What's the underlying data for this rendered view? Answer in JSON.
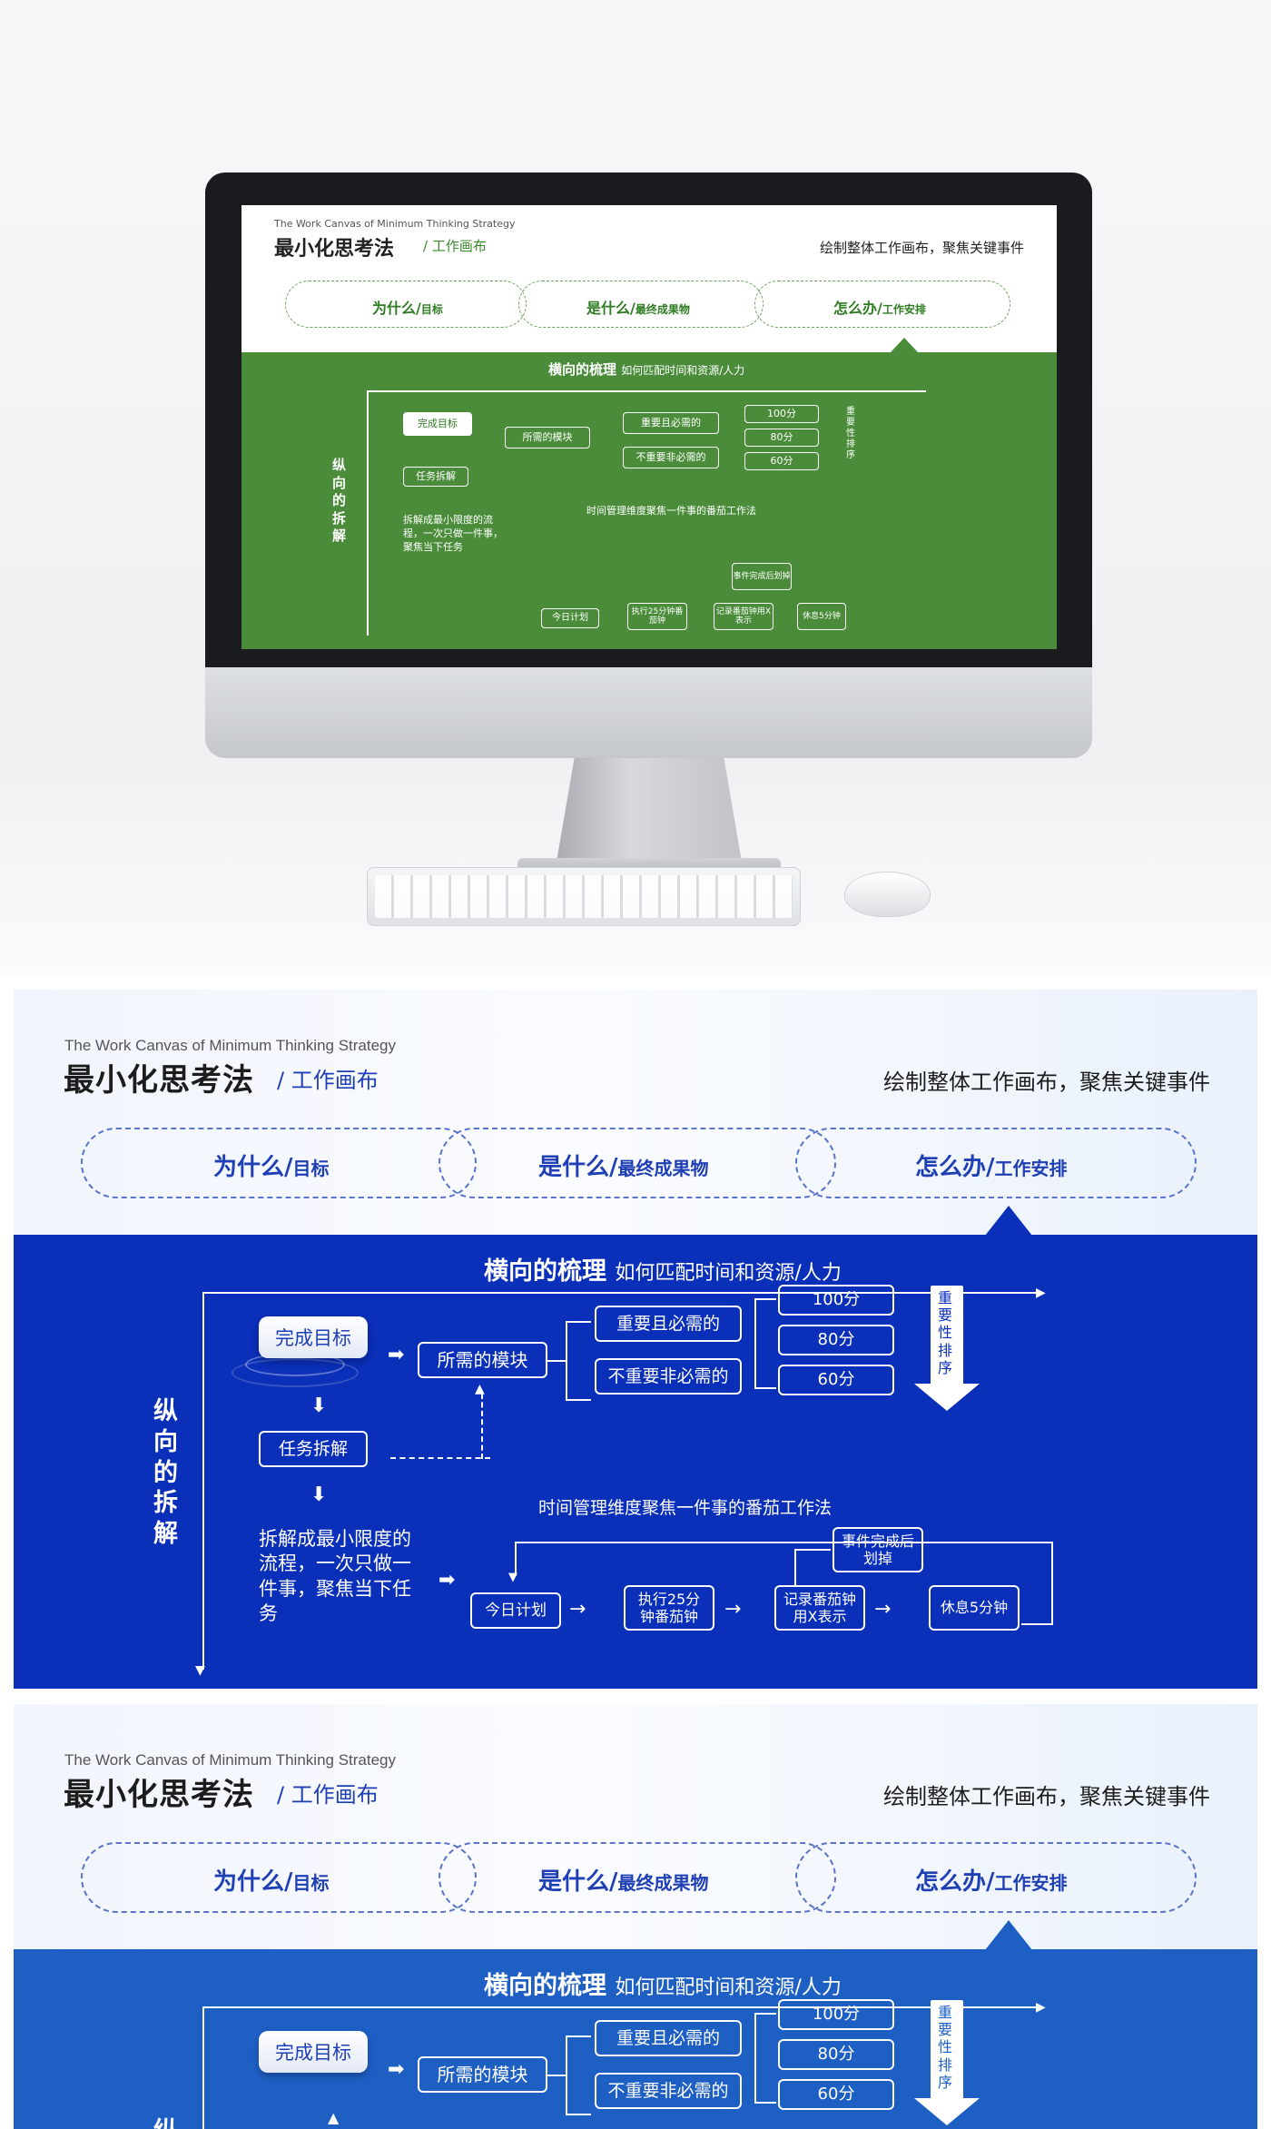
{
  "mini": {
    "subtitle": "The Work Canvas of  Minimum Thinking Strategy",
    "title": "最小化思考法",
    "title_sub": "/ 工作画布",
    "right": "绘制整体工作画布，聚焦关键事件",
    "pills": [
      {
        "main": "为什么/",
        "small": "目标"
      },
      {
        "main": "是什么/",
        "small": "最终成果物"
      },
      {
        "main": "怎么办/",
        "small": "工作安排"
      }
    ],
    "horizontal_bold": "横向的梳理",
    "horizontal_rest": "如何匹配时间和资源/人力",
    "vertical": "纵向的拆解",
    "goal": "完成目标",
    "modules": "所需的模块",
    "important": "重要且必需的",
    "unimportant": "不重要非必需的",
    "scores": [
      "100分",
      "80分",
      "60分"
    ],
    "priority": "重要性排序",
    "split": "任务拆解",
    "split_desc": "拆解成最小限度的流程，一次只做一件事，聚焦当下任务",
    "pomodoro_title": "时间管理维度聚焦一件事的番茄工作法",
    "today": "今日计划",
    "exec": "执行25分钟番茄钟",
    "record": "记录番茄钟用X表示",
    "done": "事件完成后划掉",
    "rest": "休息5分钟"
  },
  "slides": [
    {
      "subtitle": "The Work Canvas of  Minimum Thinking Strategy",
      "title": "最小化思考法",
      "title_sub": "/ 工作画布",
      "right": "绘制整体工作画布，聚焦关键事件",
      "pills": [
        {
          "main": "为什么/",
          "small": "目标"
        },
        {
          "main": "是什么/",
          "small": "最终成果物"
        },
        {
          "main": "怎么办/",
          "small": "工作安排"
        }
      ],
      "horizontal_bold": "横向的梳理",
      "horizontal_rest": "如何匹配时间和资源/人力",
      "vertical": "纵向的拆解",
      "goal": "完成目标",
      "modules": "所需的模块",
      "important": "重要且必需的",
      "unimportant": "不重要非必需的",
      "scores": [
        "100分",
        "80分",
        "60分"
      ],
      "priority": "重要性排序",
      "split": "任务拆解",
      "split_desc": "拆解成最小限度的流程，一次只做一件事，聚焦当下任务",
      "pomodoro_title": "时间管理维度聚焦一件事的番茄工作法",
      "today": "今日计划",
      "exec": "执行25分钟番茄钟",
      "record": "记录番茄钟用X表示",
      "done": "事件完成后划掉",
      "rest": "休息5分钟"
    },
    {
      "subtitle": "The Work Canvas of  Minimum Thinking Strategy",
      "title": "最小化思考法",
      "title_sub": "/ 工作画布",
      "right": "绘制整体工作画布，聚焦关键事件",
      "pills": [
        {
          "main": "为什么/",
          "small": "目标"
        },
        {
          "main": "是什么/",
          "small": "最终成果物"
        },
        {
          "main": "怎么办/",
          "small": "工作安排"
        }
      ],
      "horizontal_bold": "横向的梳理",
      "horizontal_rest": "如何匹配时间和资源/人力",
      "vertical": "纵",
      "goal": "完成目标",
      "modules": "所需的模块",
      "important": "重要且必需的",
      "unimportant": "不重要非必需的",
      "scores": [
        "100分",
        "80分",
        "60分"
      ],
      "priority": "重要性排序"
    }
  ],
  "colors": {
    "green": "#4a8c39",
    "blue_dark": "#0a2fb8",
    "blue_mid": "#1e5fc4"
  }
}
